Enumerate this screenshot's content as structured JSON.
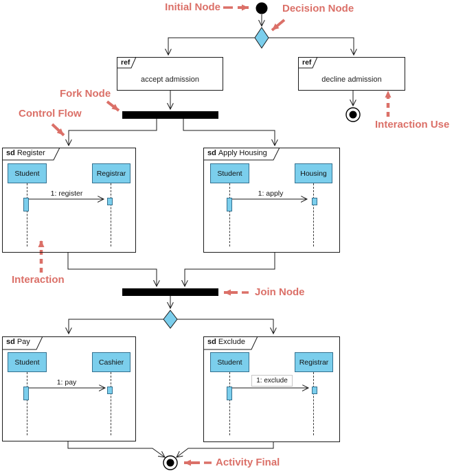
{
  "annotations": {
    "initial_node": "Initial Node",
    "decision_node": "Decision Node",
    "fork_node": "Fork Node",
    "control_flow": "Control Flow",
    "interaction_use": "Interaction Use",
    "interaction": "Interaction",
    "join_node": "Join Node",
    "activity_final": "Activity Final"
  },
  "colors": {
    "annotation_red": "#DB7068",
    "node_blue_fill": "#7BCEEC",
    "node_blue_border": "#33708F",
    "bar_black": "#000000"
  },
  "ref_frames": [
    {
      "keyword": "ref",
      "label": "accept admission"
    },
    {
      "keyword": "ref",
      "label": "decline admission"
    }
  ],
  "sd_frames": [
    {
      "keyword": "sd",
      "name": "Register",
      "lifelines": [
        "Student",
        "Registrar"
      ],
      "message": "1: register"
    },
    {
      "keyword": "sd",
      "name": "Apply Housing",
      "lifelines": [
        "Student",
        "Housing"
      ],
      "message": "1: apply"
    },
    {
      "keyword": "sd",
      "name": "Pay",
      "lifelines": [
        "Student",
        "Cashier"
      ],
      "message": "1: pay"
    },
    {
      "keyword": "sd",
      "name": "Exclude",
      "lifelines": [
        "Student",
        "Registrar"
      ],
      "message": "1: exclude"
    }
  ]
}
